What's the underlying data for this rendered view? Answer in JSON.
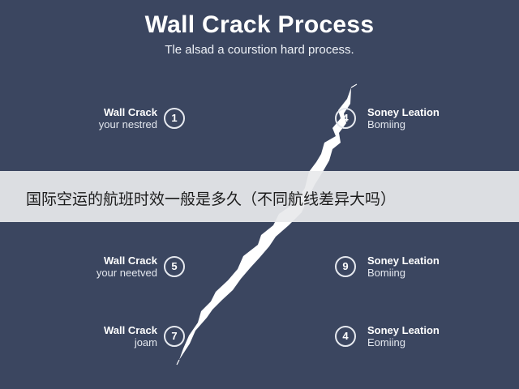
{
  "title": "Wall Crack Process",
  "subtitle": "Tle alsad a courstion hard process.",
  "left_steps": [
    {
      "line1": "Wall Crack",
      "line2": "your nestred",
      "number": "1"
    },
    {
      "line1": "Wall Crack",
      "line2": "your neetved",
      "number": "5"
    },
    {
      "line1": "Wall Crack",
      "line2": "joam",
      "number": "7"
    }
  ],
  "right_steps": [
    {
      "line1": "Soney Leation",
      "line2": "Bomiing",
      "number": "4"
    },
    {
      "line1": "Soney Leation",
      "line2": "Bomiing",
      "number": "9"
    },
    {
      "line1": "Soney Leation",
      "line2": "Eomiing",
      "number": "4"
    }
  ],
  "overlay_text": "国际空运的航班时效一般是多久（不同航线差异大吗）",
  "colors": {
    "background": "#3b4660",
    "crack": "#ffffff",
    "overlay": "#e8e9ec"
  }
}
